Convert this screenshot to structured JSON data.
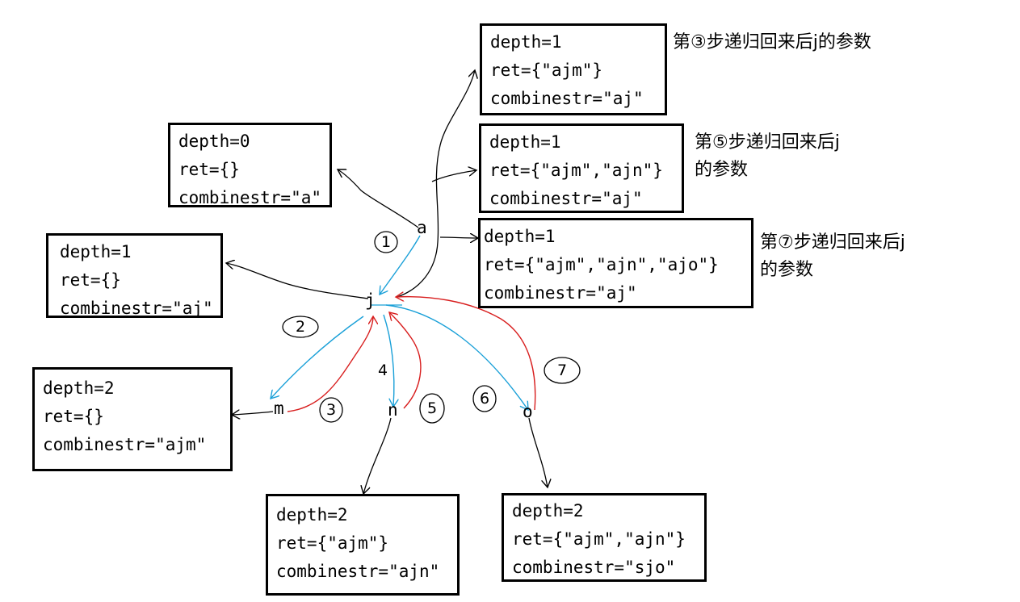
{
  "nodes": {
    "a": "a",
    "j": "j",
    "m": "m",
    "n": "n",
    "o": "o"
  },
  "boxes": {
    "a_state": [
      "depth=0",
      "ret={}",
      "combinestr=\"a\""
    ],
    "j_state": [
      "depth=1",
      "ret={}",
      "combinestr=\"aj\""
    ],
    "m_state": [
      "depth=2",
      "ret={}",
      "combinestr=\"ajm\""
    ],
    "n_state": [
      "depth=2",
      "ret={\"ajm\"}",
      "combinestr=\"ajn\""
    ],
    "o_state": [
      "depth=2",
      "ret={\"ajm\",\"ajn\"}",
      "combinestr=\"sjo\""
    ],
    "j_after_step3": [
      "depth=1",
      "ret={\"ajm\"}",
      "combinestr=\"aj\""
    ],
    "j_after_step5": [
      "depth=1",
      "ret={\"ajm\",\"ajn\"}",
      "combinestr=\"aj\""
    ],
    "j_after_step7": [
      "depth=1",
      "ret={\"ajm\",\"ajn\",\"ajo\"}",
      "combinestr=\"aj\""
    ]
  },
  "notes": {
    "step3": [
      "第③步递归回来后j的参数"
    ],
    "step5": [
      "第⑤步递归回来后j",
      "的参数"
    ],
    "step7": [
      "第⑦步递归回来后j",
      "的参数"
    ]
  },
  "steps": [
    "1",
    "2",
    "3",
    "4",
    "5",
    "6",
    "7"
  ],
  "colors": {
    "descend": "#1aa0d8",
    "return": "#d81e1e",
    "link": "#000000"
  }
}
